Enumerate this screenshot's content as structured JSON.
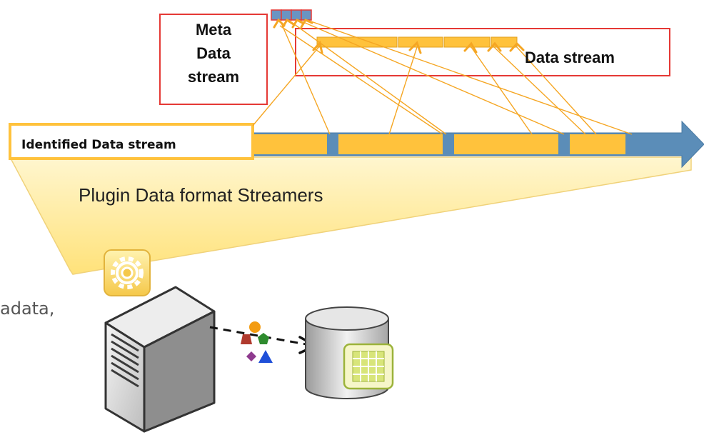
{
  "labels": {
    "meta_data_stream": "Meta\nData\nstream",
    "data_stream": "Data stream",
    "identified_data_stream": "Identified Data stream",
    "plugin_streamers": "Plugin Data format Streamers",
    "cutoff_text": "adata,"
  },
  "colors": {
    "stream_orange": "#FFC23C",
    "stream_blue": "#5B8DB8",
    "outline_red": "#E53935",
    "connector_orange": "#F5A623",
    "funnel_yellow": "#FFF2B8"
  },
  "icons": [
    "gear-icon",
    "server-icon",
    "database-icon",
    "grid-icon",
    "data-shapes-icon"
  ]
}
